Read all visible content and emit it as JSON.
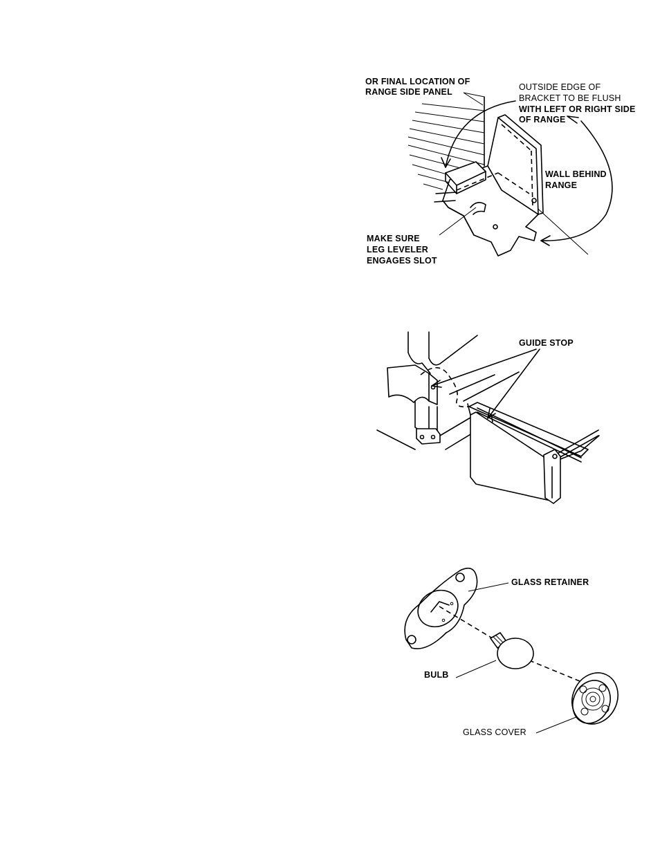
{
  "figure1": {
    "label_final_location": [
      "OR FINAL LOCATION OF",
      "RANGE SIDE PANEL"
    ],
    "label_outside_edge": [
      "OUTSIDE EDGE OF",
      "BRACKET TO BE FLUSH",
      "WITH LEFT OR RIGHT SIDE",
      "OF RANGE"
    ],
    "label_wall_behind": [
      "WALL BEHIND",
      "RANGE"
    ],
    "label_make_sure": [
      "MAKE SURE",
      "LEG  LEVELER",
      "ENGAGES SLOT"
    ]
  },
  "figure2": {
    "label_guide_stop": "GUIDE STOP"
  },
  "figure3": {
    "label_glass_retainer": "GLASS RETAINER",
    "label_bulb": "BULB",
    "label_glass_cover": "GLASS COVER"
  }
}
